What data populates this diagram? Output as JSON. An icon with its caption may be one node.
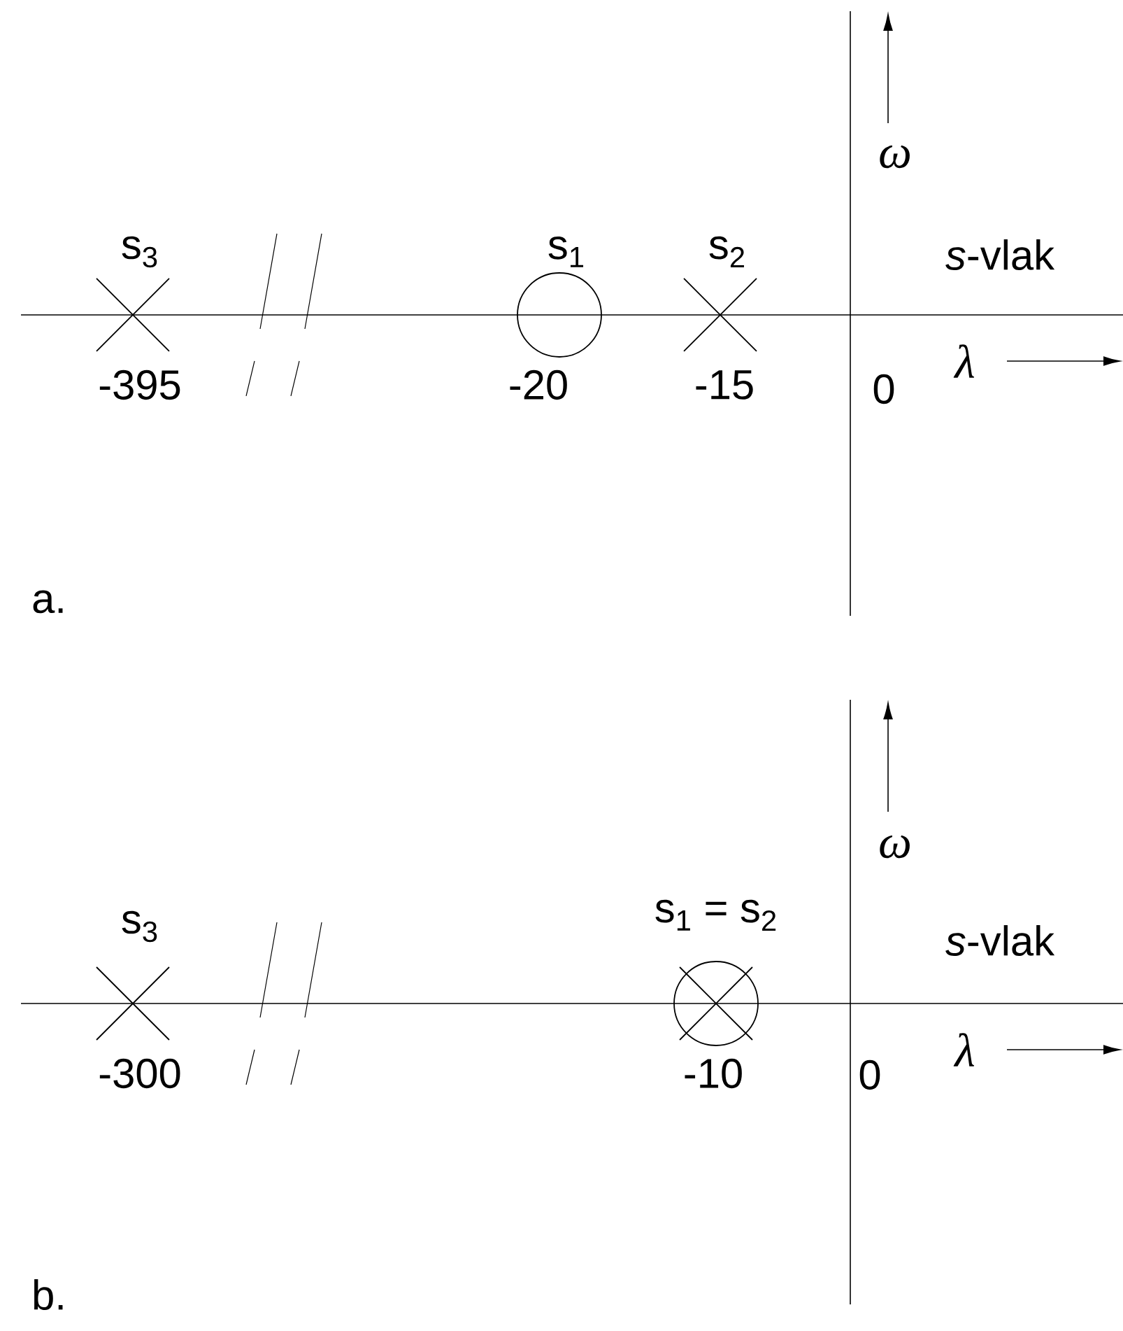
{
  "diagram": {
    "labels": [
      "ω",
      "s$_{3}$",
      "s$_{1}$",
      "s$_{2}$",
      "*s*-vlak",
      "-395",
      "-20",
      "-15",
      "0",
      "λ",
      "a.",
      "ω",
      "s$_{3}$",
      "s$_{1}$ = s$_{2}$",
      "*s*-vlak",
      "-300",
      "-10",
      "0",
      "λ",
      "b."
    ]
  }
}
